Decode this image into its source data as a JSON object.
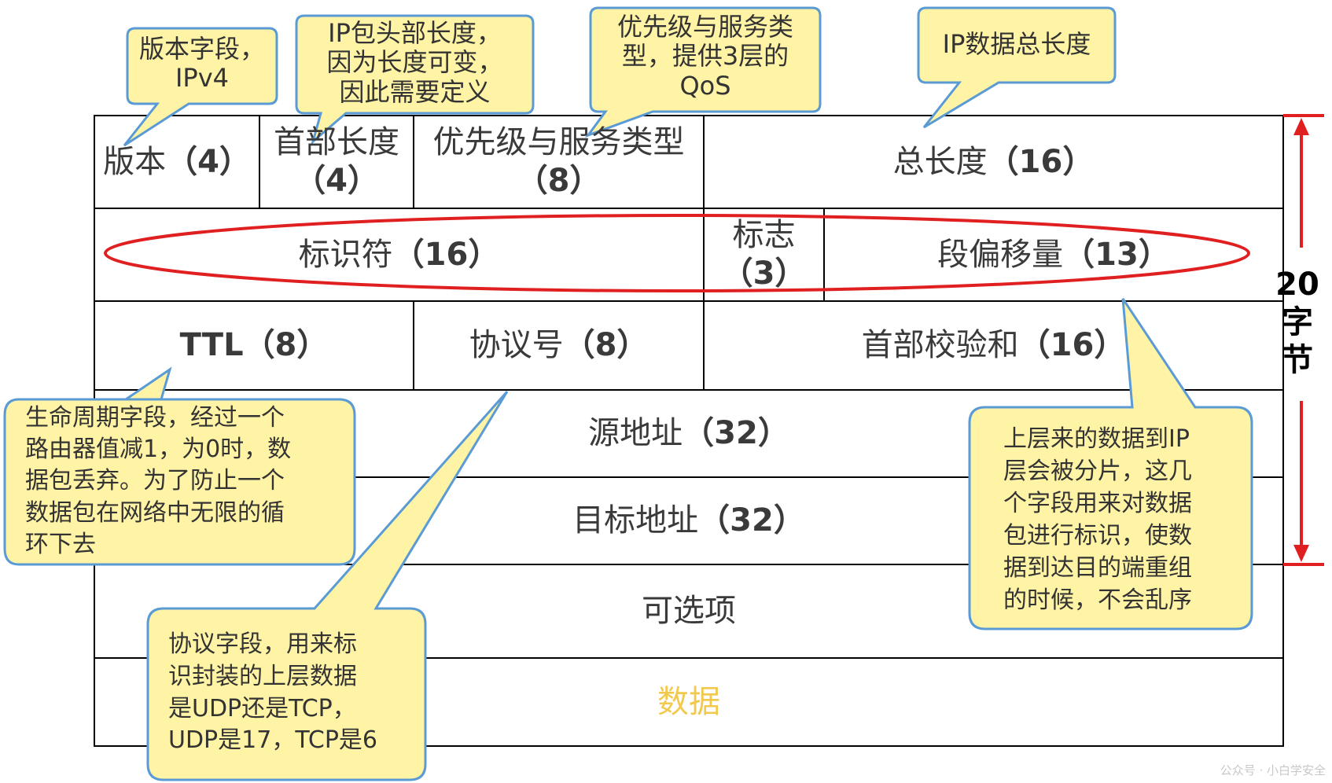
{
  "colors": {
    "grid": "#000000",
    "callout_fill": "#FFF3A6",
    "callout_stroke": "#5B9BD5",
    "highlight_ellipse": "#E02020",
    "bracket": "#E02020",
    "data_text": "#F2C94C"
  },
  "header_fields": {
    "row1": {
      "version": {
        "name": "版本",
        "bits": "（4）"
      },
      "ihl": {
        "line1": "首部长度",
        "line2": "（4）"
      },
      "tos": {
        "line1": "优先级与服务类型",
        "line2": "（8）"
      },
      "total_length": {
        "name": "总长度",
        "bits": "（16）"
      }
    },
    "row2": {
      "identification": {
        "name": "标识符",
        "bits": "（16）"
      },
      "flags": {
        "line1": "标志",
        "line2": "（3）"
      },
      "fragment_offset": {
        "name": "段偏移量",
        "bits": "（13）"
      }
    },
    "row3": {
      "ttl": {
        "name": "TTL",
        "bits": "（8）"
      },
      "protocol": {
        "name": "协议号",
        "bits": "（8）"
      },
      "checksum": {
        "name": "首部校验和",
        "bits": "（16）"
      }
    },
    "source": {
      "name": "源地址",
      "bits": "（32）"
    },
    "destination": {
      "name": "目标地址",
      "bits": "（32）"
    },
    "options": {
      "name": "可选项"
    },
    "data": {
      "name": "数据"
    }
  },
  "bytes_label": {
    "line1": "20",
    "line2": "字",
    "line3": "节"
  },
  "callouts": {
    "version": {
      "lines": [
        "版本字段，",
        "IPv4"
      ]
    },
    "ihl": {
      "lines": [
        "IP包头部长度，",
        "因为长度可变，",
        "因此需要定义"
      ]
    },
    "tos": {
      "lines": [
        "优先级与服务类",
        "型，提供3层的",
        "QoS"
      ]
    },
    "total_length": {
      "lines": [
        "IP数据总长度"
      ]
    },
    "ttl": {
      "lines": [
        "生命周期字段，经过一个",
        "路由器值减1，为0时，数",
        "据包丢弃。为了防止一个",
        "数据包在网络中无限的循",
        "环下去"
      ]
    },
    "protocol": {
      "lines": [
        "协议字段，用来标",
        "识封装的上层数据",
        "是UDP还是TCP，",
        "UDP是17，TCP是6"
      ]
    },
    "fragmentation": {
      "lines": [
        "上层来的数据到IP",
        "层会被分片，这几",
        "个字段用来对数据",
        "包进行标识，使数",
        "据到达目的端重组",
        "的时候，不会乱序"
      ]
    }
  },
  "watermark": "公众号 · 小白学安全"
}
